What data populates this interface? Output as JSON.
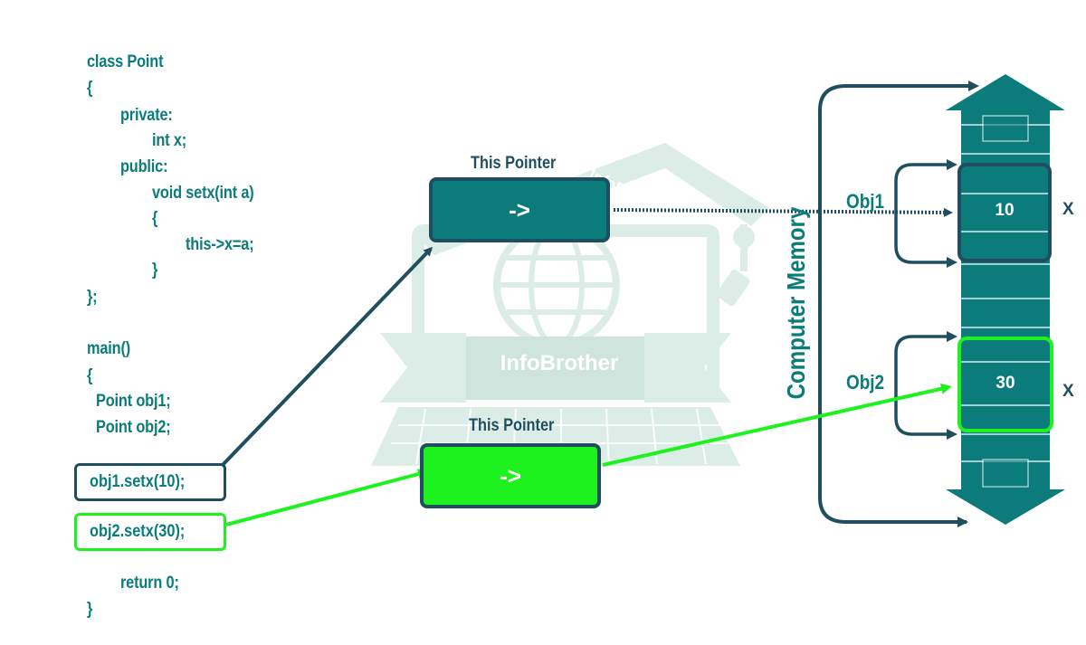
{
  "code": {
    "lines": [
      "class Point",
      "{",
      "private:",
      "int x;",
      "public:",
      "void setx(int a)",
      "{",
      "this->x=a;",
      "}",
      "};",
      "main()",
      "{",
      "Point obj1;",
      "Point obj2;",
      "return 0;",
      "}"
    ],
    "call1": "obj1.setx(10);",
    "call2": "obj2.setx(30);"
  },
  "pointers": [
    {
      "title": "This Pointer",
      "label": "->",
      "color": "#0b7b7b"
    },
    {
      "title": "This Pointer",
      "label": "->",
      "color": "#1ef21e"
    }
  ],
  "memory": {
    "title": "Computer Memory",
    "objects": [
      {
        "name": "Obj1",
        "value": "10",
        "member": "X",
        "border": "#1f4e5f"
      },
      {
        "name": "Obj2",
        "value": "30",
        "member": "X",
        "border": "#1ef21e"
      }
    ]
  },
  "watermark": {
    "text": "InfoBrother",
    "arc_text": "InfoBrother"
  },
  "colors": {
    "teal": "#0b7b7b",
    "dark": "#1f4e5f",
    "green": "#1ef21e",
    "watermark": "#d9ece6"
  }
}
